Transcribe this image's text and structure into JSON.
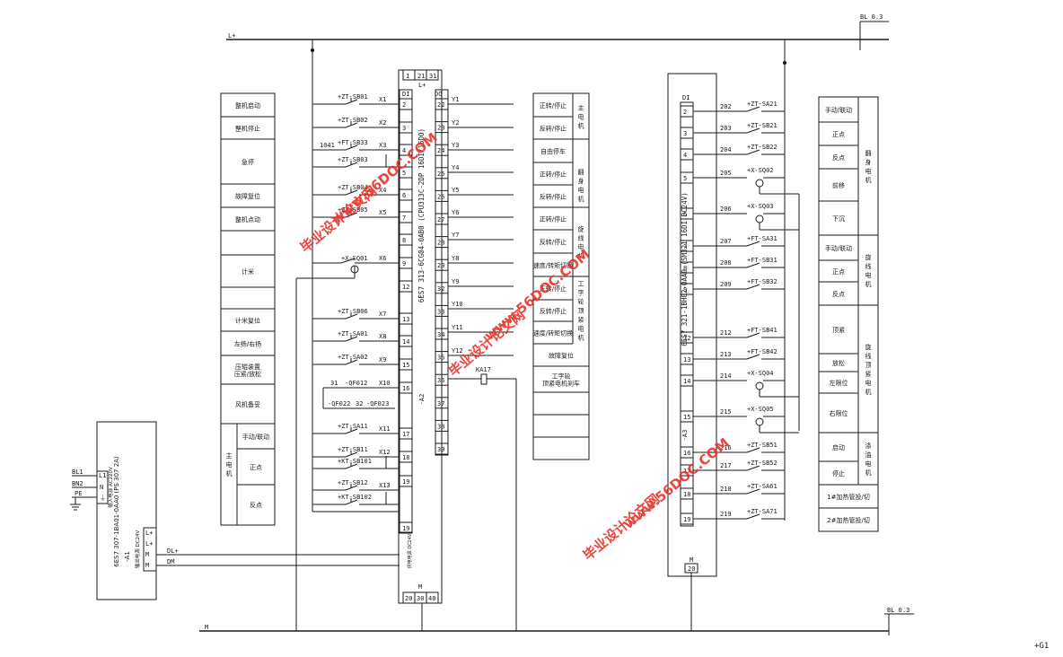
{
  "buses": {
    "lplus": "L+",
    "m": "M",
    "bl03_top": "BL 0.3",
    "bl03_bottom": "BL 0.3",
    "g1": "+G1",
    "dl": "DL+",
    "dm": "DM"
  },
  "cpu": {
    "title": "6ES7 313-6CG04-0AB0 (CPU313C-2DP 16DI/16DO)",
    "ref": "-A2",
    "di": "DI",
    "do": "DO",
    "lplus": "L+",
    "m": "M",
    "top_pins": [
      "1",
      "21",
      "31"
    ],
    "bottom_pins": [
      "20",
      "30",
      "40"
    ],
    "sup_label": "供电电源 DC24V",
    "di_pins": [
      "2",
      "3",
      "4",
      "5",
      "6",
      "7",
      "8",
      "9",
      "12",
      "13",
      "14",
      "15",
      "16",
      "17",
      "18",
      "19"
    ],
    "do_pins": [
      "22",
      "23",
      "24",
      "25",
      "26",
      "27",
      "28",
      "29",
      "32",
      "33",
      "34",
      "35",
      "36",
      "37",
      "38",
      "39"
    ]
  },
  "psu": {
    "title": "6ES7 307-1BA01-0AA0 (PS 307 2A)",
    "ref": "-A1",
    "label1": "输入电源 AC220V",
    "label2": "输出电源 DC24V",
    "in_pins": [
      "L1",
      "N",
      "⏚"
    ],
    "out_pins": [
      "L+",
      "L+",
      "M",
      "M"
    ],
    "wires": [
      "BL1",
      "BN2",
      "PE"
    ]
  },
  "em": {
    "title": "6ES7 321-1BH02-0AA0 (SM321 16DI DC24V)",
    "ref": "-A3",
    "di": "DI",
    "m": "M",
    "m_pin": "20",
    "pins": [
      "2",
      "3",
      "4",
      "5",
      "6",
      "7",
      "8",
      "9",
      "12",
      "13",
      "14",
      "15",
      "16",
      "17",
      "18",
      "19"
    ]
  },
  "left_labels": [
    "整机启动",
    "整机停止",
    "急停",
    "故障复位",
    "整机点动",
    "",
    "计米",
    "",
    "计米复位",
    "左扬/右扬",
    "压辊装置\n压紧/放松",
    "风机备妥",
    "主电机",
    "手动/联动",
    "正点",
    "反点"
  ],
  "di_devices": [
    {
      "tag": "+ZT-SB01",
      "addr": "X1"
    },
    {
      "tag": "+ZT-SB02",
      "addr": "X2"
    },
    {
      "tag": "+FT-SB33",
      "addr": "X3",
      "pre": "1041"
    },
    {
      "tag": "+ZT-SB03",
      "addr": ""
    },
    {
      "tag": "+ZT-SB04",
      "addr": "X4"
    },
    {
      "tag": "+ZT-SB05",
      "addr": "X5"
    },
    {
      "tag": "+X-SQ01",
      "addr": "X6"
    },
    {
      "tag": "+ZT-SB06",
      "addr": "X7"
    },
    {
      "tag": "+ZT-SA01",
      "addr": "X8"
    },
    {
      "tag": "+ZT-SA02",
      "addr": "X9"
    },
    {
      "tag": "QF012",
      "addr": "X10",
      "pre": "31"
    },
    {
      "tag": "QF022",
      "addr": ""
    },
    {
      "tag": "QF023",
      "addr": "",
      "pre": "32"
    },
    {
      "tag": "+ZT-SA11",
      "addr": "X11"
    },
    {
      "tag": "+ZT-SB11",
      "addr": "X12"
    },
    {
      "tag": "+KT-SB101",
      "addr": ""
    },
    {
      "tag": "+ZT-SB12",
      "addr": "X13"
    },
    {
      "tag": "+KT-SB102",
      "addr": ""
    }
  ],
  "do_outputs": [
    "Y1",
    "Y2",
    "Y3",
    "Y4",
    "Y5",
    "Y6",
    "Y7",
    "Y8",
    "Y9",
    "Y10",
    "Y11",
    "Y12",
    "KA17"
  ],
  "right_labels": {
    "rows": [
      "正转/停止",
      "反转/停止",
      "自由停车",
      "正转/停止",
      "反转/停止",
      "正转/停止",
      "反转/停止",
      "速度/转矩切换",
      "正转/停止",
      "反转/停止",
      "速度/转矩切换",
      "故障复位",
      "工字轮\n顶紧电机刹车"
    ],
    "groups": [
      "主电机",
      "翻身电机",
      "旋线电机",
      "工字轮顶紧电机"
    ]
  },
  "em_devices": [
    {
      "num": "202",
      "tag": "+ZT-SA21"
    },
    {
      "num": "203",
      "tag": "+ZT-SB21"
    },
    {
      "num": "204",
      "tag": "+ZT-SB22"
    },
    {
      "num": "205",
      "tag": "+X-SQ02"
    },
    {
      "num": "206",
      "tag": "+X-SQ03"
    },
    {
      "num": "207",
      "tag": "+FT-SA31"
    },
    {
      "num": "208",
      "tag": "+FT-SB31"
    },
    {
      "num": "209",
      "tag": "+FT-SB32"
    },
    {
      "num": "212",
      "tag": "+FT-SB41"
    },
    {
      "num": "213",
      "tag": "+FT-SB42"
    },
    {
      "num": "214",
      "tag": "+X-SQ04"
    },
    {
      "num": "215",
      "tag": "+X-SQ05"
    },
    {
      "num": "216",
      "tag": "+ZT-SB51"
    },
    {
      "num": "217",
      "tag": "+ZT-SB52"
    },
    {
      "num": "218",
      "tag": "+ZT-SA61"
    },
    {
      "num": "219",
      "tag": "+ZT-SA71"
    }
  ],
  "far_right_labels": {
    "rows": [
      "手动/联动",
      "正点",
      "反点",
      "前移",
      "下沉",
      "手动/联动",
      "正点",
      "反点",
      "顶紧",
      "放松",
      "左限位",
      "右限位",
      "启动",
      "停止",
      "1#加热管投/切",
      "2#加热管投/切"
    ],
    "groups": [
      "翻身电机",
      "旋线电机",
      "旋线顶紧电机",
      "涤油电机"
    ]
  },
  "watermarks": [
    "毕业设计论文网",
    "www.56DOC.COM"
  ]
}
